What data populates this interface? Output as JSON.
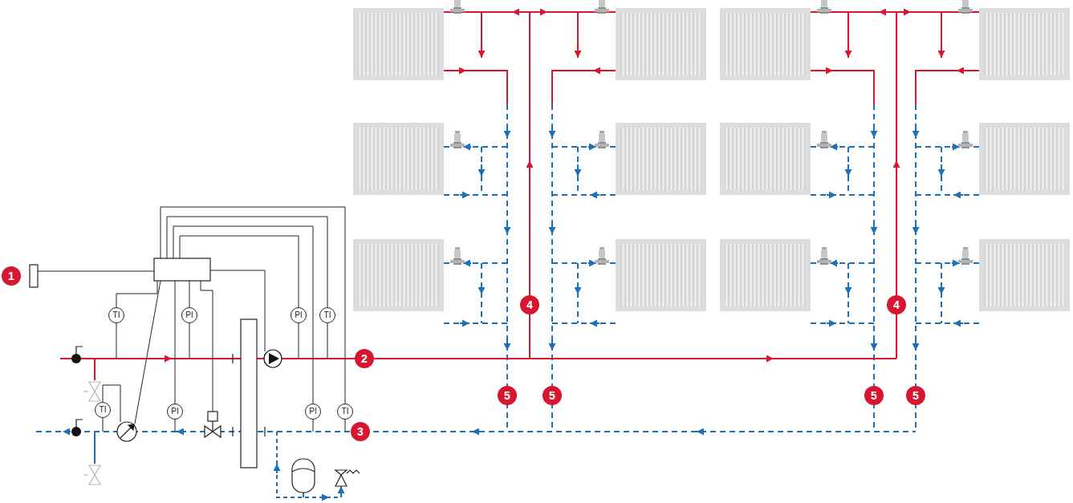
{
  "diagram": {
    "nodes": [
      {
        "text": [
          "TI"
        ]
      },
      {
        "text": [
          "PI"
        ]
      },
      {
        "text": [
          "PI"
        ]
      },
      {
        "text": [
          "TI"
        ]
      },
      {
        "text": [
          "TI"
        ]
      },
      {
        "text": [
          "PI"
        ]
      },
      {
        "text": [
          "PI"
        ]
      },
      {
        "text": [
          "TI"
        ]
      }
    ],
    "labels": [
      "1",
      "2",
      "3",
      "4",
      "4",
      "5",
      "5",
      "5",
      "5"
    ]
  }
}
